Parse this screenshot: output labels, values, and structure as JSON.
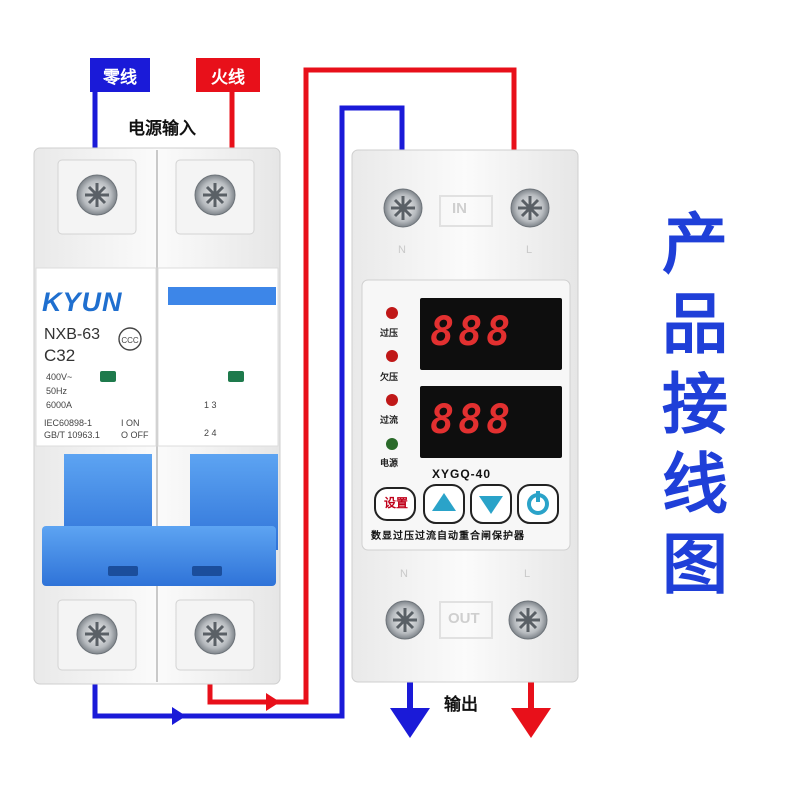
{
  "wire_labels": {
    "neutral": "零线",
    "live": "火线",
    "power_input": "电源输入",
    "output": "输出"
  },
  "side_title": [
    "产",
    "品",
    "接",
    "线",
    "图"
  ],
  "breaker": {
    "brand": "KYUN",
    "model": "NXB-63",
    "rating": "C32",
    "voltage": "400V~",
    "frequency": "50Hz",
    "breaking_capacity": "6000A",
    "standard_1": "IEC60898-1",
    "standard_2": "GB/T 10963.1",
    "on_label": "I ON",
    "off_label": "O OFF",
    "cert_mark": "CCC",
    "terminal_marks_top": "1 3",
    "terminal_marks_bottom": "2 4"
  },
  "protector": {
    "input_word": "IN",
    "output_word": "OUT",
    "port_n": "N",
    "port_l": "L",
    "indicators": [
      "过压",
      "欠压",
      "过流",
      "电源"
    ],
    "display_top": "888",
    "display_bottom": "888",
    "model": "XYGQ-40",
    "set_button": "设置",
    "description": "数显过压过流自动重合闸保护器"
  },
  "colors": {
    "neutral_wire": "#1a1ad8",
    "live_wire": "#e8101a",
    "breaker_blue": "#3d86e8",
    "title_blue": "#1f3fd8"
  }
}
